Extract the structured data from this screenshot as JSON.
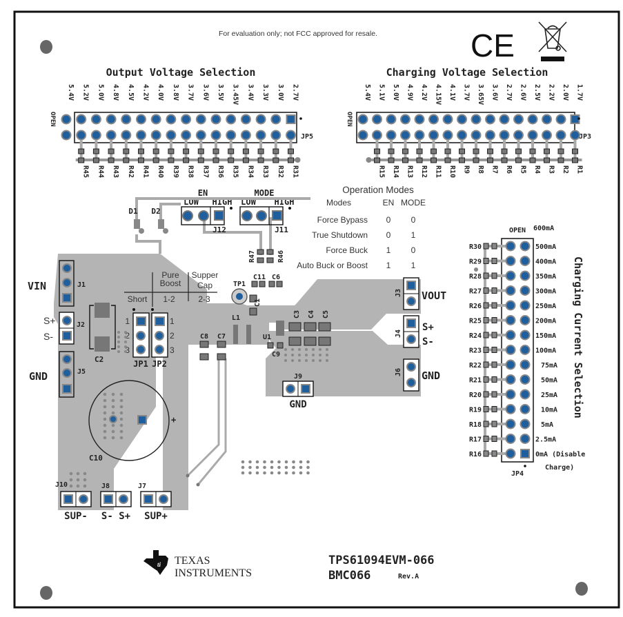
{
  "board": {
    "disclaimer": "For evaluation only; not FCC approved for resale.",
    "part_number": "TPS61094EVM-066",
    "board_code": "BMC066",
    "revision": "Rev.A",
    "brand_line1": "TEXAS",
    "brand_line2": "INSTRUMENTS",
    "ce_mark": "CE",
    "colors": {
      "pad_blue": "#1f5f9e",
      "copper_gray": "#b4b4b4",
      "trace_gray": "#9a9a9a",
      "silkscreen": "#222222",
      "outline": "#111111"
    }
  },
  "output_voltage": {
    "title": "Output Voltage Selection",
    "jumper": "JP5",
    "open_label": "OPEN",
    "voltages": [
      "5.4V",
      "5.2V",
      "5.0V",
      "4.8V",
      "4.5V",
      "4.2V",
      "4.0V",
      "3.8V",
      "3.7V",
      "3.6V",
      "3.5V",
      "3.45V",
      "3.4V",
      "3.3V",
      "3.0V",
      "2.7V"
    ],
    "resistors": [
      "R45",
      "R44",
      "R43",
      "R42",
      "R41",
      "R40",
      "R39",
      "R38",
      "R37",
      "R36",
      "R35",
      "R34",
      "R33",
      "R32",
      "R31"
    ]
  },
  "charging_voltage": {
    "title": "Charging Voltage Selection",
    "jumper": "JP3",
    "open_label": "OPEN",
    "voltages": [
      "5.4V",
      "5.1V",
      "5.0V",
      "4.9V",
      "4.2V",
      "4.15V",
      "4.1V",
      "3.7V",
      "3.65V",
      "3.6V",
      "2.7V",
      "2.6V",
      "2.5V",
      "2.2V",
      "2.0V",
      "1.7V"
    ],
    "resistors": [
      "R15",
      "R14",
      "R13",
      "R12",
      "R11",
      "R10",
      "R9",
      "R8",
      "R7",
      "R6",
      "R5",
      "R4",
      "R3",
      "R2",
      "R1"
    ]
  },
  "charging_current": {
    "title": "Charging Current Selection",
    "jumper": "JP4",
    "open_label": "OPEN",
    "top_label": "600mA",
    "rows": [
      {
        "resistor": "R30",
        "current": "500mA"
      },
      {
        "resistor": "R29",
        "current": "400mA"
      },
      {
        "resistor": "R28",
        "current": "350mA"
      },
      {
        "resistor": "R27",
        "current": "300mA"
      },
      {
        "resistor": "R26",
        "current": "250mA"
      },
      {
        "resistor": "R25",
        "current": "200mA"
      },
      {
        "resistor": "R24",
        "current": "150mA"
      },
      {
        "resistor": "R23",
        "current": "100mA"
      },
      {
        "resistor": "R22",
        "current": "75mA"
      },
      {
        "resistor": "R21",
        "current": "50mA"
      },
      {
        "resistor": "R20",
        "current": "25mA"
      },
      {
        "resistor": "R19",
        "current": "10mA"
      },
      {
        "resistor": "R18",
        "current": "5mA"
      },
      {
        "resistor": "R17",
        "current": "2.5mA"
      },
      {
        "resistor": "R16",
        "current": "0mA (Disable"
      }
    ],
    "last_note": "Charge)"
  },
  "mode_jumpers": {
    "en_label": "EN",
    "mode_label": "MODE",
    "low": "LOW",
    "high": "HIGH",
    "en_ref": "J12",
    "mode_ref": "J11",
    "d1": "D1",
    "d2": "D2",
    "r47": "R47",
    "r46": "R46"
  },
  "operation_modes": {
    "title": "Operation Modes",
    "headers": [
      "Modes",
      "EN",
      "MODE"
    ],
    "rows": [
      [
        "Force Bypass",
        "0",
        "0"
      ],
      [
        "True Shutdown",
        "0",
        "1"
      ],
      [
        "Force Buck",
        "1",
        "0"
      ],
      [
        "Auto Buck or Boost",
        "1",
        "1"
      ]
    ]
  },
  "left_section": {
    "vin": "VIN",
    "j1": "J1",
    "j2": "J2",
    "j5": "J5",
    "s_plus": "S+",
    "s_minus": "S-",
    "gnd": "GND",
    "c2": "C2",
    "c10": "C10",
    "jp1": "JP1",
    "jp2": "JP2",
    "pin1": "1",
    "pin2": "2",
    "pin3": "3",
    "short": "Short",
    "pure": "Pure",
    "boost": "Boost",
    "supper": "Supper",
    "cap": "Cap",
    "range12": "1-2",
    "range23": "2-3",
    "plus": "+"
  },
  "bottom_connectors": {
    "j10": "J10",
    "j8": "J8",
    "j7": "J7",
    "sup_minus": "SUP-",
    "s_minus_s_plus": "S- S+",
    "sup_plus": "SUP+"
  },
  "center_parts": {
    "tp1": "TP1",
    "l1": "L1",
    "u1": "U1",
    "c1": "C1",
    "c3": "C3",
    "c4": "C4",
    "c5": "C5",
    "c6": "C6",
    "c7": "C7",
    "c8": "C8",
    "c9": "C9",
    "c11": "C11"
  },
  "right_section": {
    "vout": "VOUT",
    "j3": "J3",
    "j4": "J4",
    "j6": "J6",
    "j9": "J9",
    "s_plus": "S+",
    "s_minus": "S-",
    "gnd": "GND",
    "gnd_j9": "GND"
  }
}
